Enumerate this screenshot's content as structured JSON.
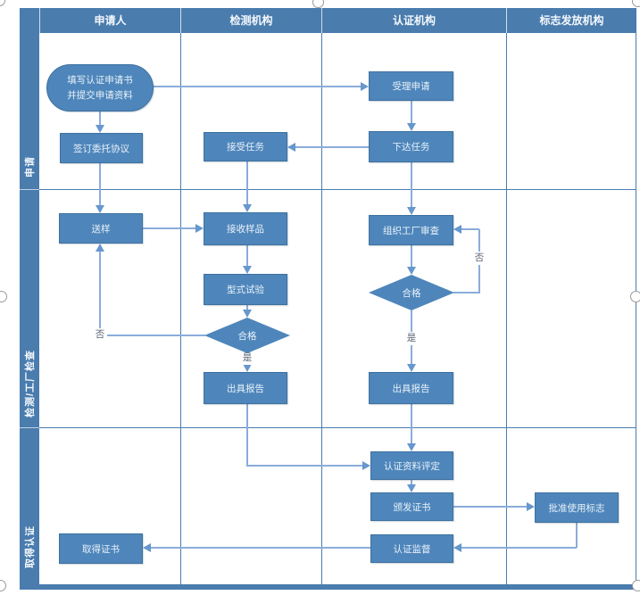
{
  "header": {
    "columns": [
      "申请人",
      "检测机构",
      "认证机构",
      "标志发放机构"
    ]
  },
  "lanes": [
    "申请",
    "检测/工厂检查",
    "取得认证"
  ],
  "nodes": {
    "fill_application": "填写认证申请书\n并提交申请资料",
    "sign_agreement": "签订委托协议",
    "send_sample": "送样",
    "obtain_certificate": "取得证书",
    "accept_task": "接受任务",
    "receive_sample": "接收样品",
    "type_test": "型式试验",
    "test_qualified": "合格",
    "issue_report_test": "出具报告",
    "accept_application": "受理申请",
    "assign_task": "下达任务",
    "factory_review": "组织工厂审查",
    "review_qualified": "合格",
    "issue_report_cert": "出具报告",
    "material_evaluation": "认证资料评定",
    "issue_certificate": "颁发证书",
    "cert_supervision": "认证监督",
    "approve_mark": "批准使用标志"
  },
  "edge_labels": {
    "test_yes": "是",
    "test_no": "否",
    "review_yes": "是",
    "review_no": "否"
  },
  "colors": {
    "lane_blue": "#4a7cae",
    "node_fill": "#4e86bb",
    "node_border": "#3e719f",
    "connector_line": "#8aacda",
    "arrowhead": "#6697cd",
    "edge_label_text": "#5c6575"
  }
}
